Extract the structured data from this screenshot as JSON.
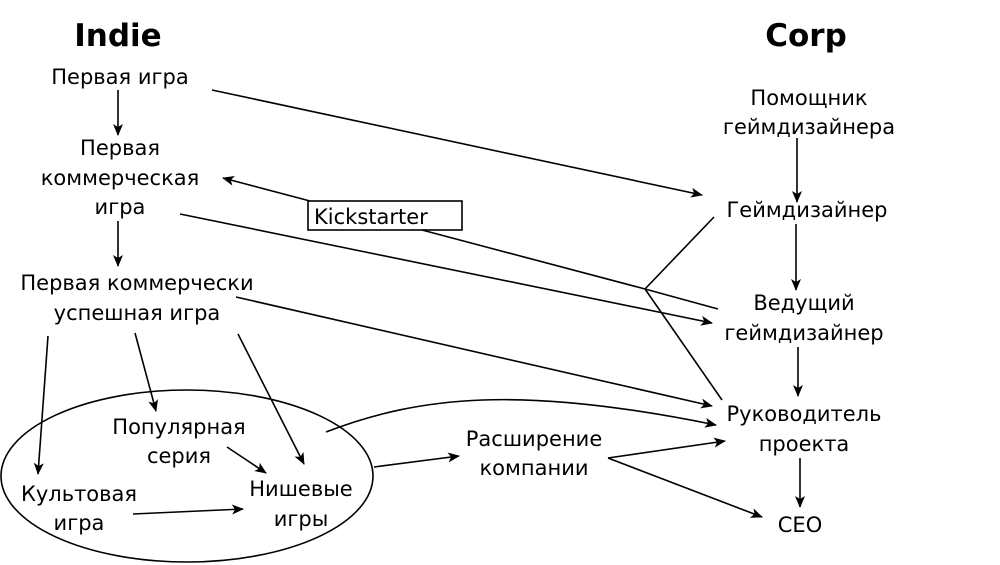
{
  "headers": {
    "indie": "Indie",
    "corp": "Corp"
  },
  "indie_nodes": {
    "first_game": [
      "Первая игра"
    ],
    "first_commercial": [
      "Первая",
      "коммерческая",
      "игра"
    ],
    "first_success": [
      "Первая коммерчески",
      "успешная игра"
    ],
    "popular_series": [
      "Популярная",
      "серия"
    ],
    "cult_game": [
      "Культовая",
      "игра"
    ],
    "niche_games": [
      "Нишевые",
      "игры"
    ],
    "expansion": [
      "Расширение",
      "компании"
    ]
  },
  "corp_nodes": {
    "assistant": [
      "Помощник",
      "геймдизайнера"
    ],
    "designer": [
      "Геймдизайнер"
    ],
    "lead": [
      "Ведущий",
      "геймдизайнер"
    ],
    "pm": [
      "Руководитель",
      "проекта"
    ],
    "ceo": [
      "CEO"
    ]
  },
  "kickstarter": "Kickstarter",
  "edges": [
    {
      "from": "first_game",
      "to": "first_commercial"
    },
    {
      "from": "first_commercial",
      "to": "first_success"
    },
    {
      "from": "first_game",
      "to": "designer"
    },
    {
      "from": "first_commercial",
      "to": "lead"
    },
    {
      "from": "first_success",
      "to": "pm"
    },
    {
      "from": "first_success",
      "to": "popular_series"
    },
    {
      "from": "first_success",
      "to": "cult_game"
    },
    {
      "from": "first_success",
      "to": "niche_games"
    },
    {
      "from": "popular_series",
      "to": "niche_games"
    },
    {
      "from": "cult_game",
      "to": "niche_games"
    },
    {
      "from": "indie_group",
      "to": "expansion"
    },
    {
      "from": "indie_group",
      "to": "pm"
    },
    {
      "from": "expansion",
      "to": "pm"
    },
    {
      "from": "expansion",
      "to": "ceo"
    },
    {
      "from": "assistant",
      "to": "designer"
    },
    {
      "from": "designer",
      "to": "lead"
    },
    {
      "from": "lead",
      "to": "pm"
    },
    {
      "from": "pm",
      "to": "ceo"
    },
    {
      "from": "designer/lead/pm",
      "to": "first_commercial",
      "via": "Kickstarter"
    }
  ]
}
